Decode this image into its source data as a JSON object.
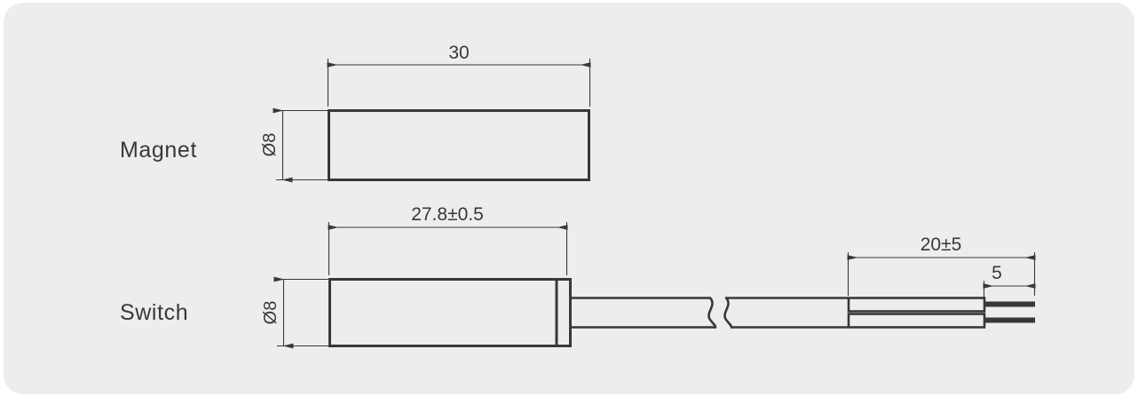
{
  "panel": {
    "background_color": "#ededee",
    "page_background_color": "#ffffff",
    "line_color": "#3b3739"
  },
  "labels": {
    "magnet": "Magnet",
    "switch": "Switch"
  },
  "magnet": {
    "length_dimension": "30",
    "diameter_dimension": "Ø8"
  },
  "switch": {
    "body_length_dimension": "27.8±0.5",
    "diameter_dimension": "Ø8",
    "lead_length_dimension": "20±5",
    "strip_length_dimension": "5"
  }
}
